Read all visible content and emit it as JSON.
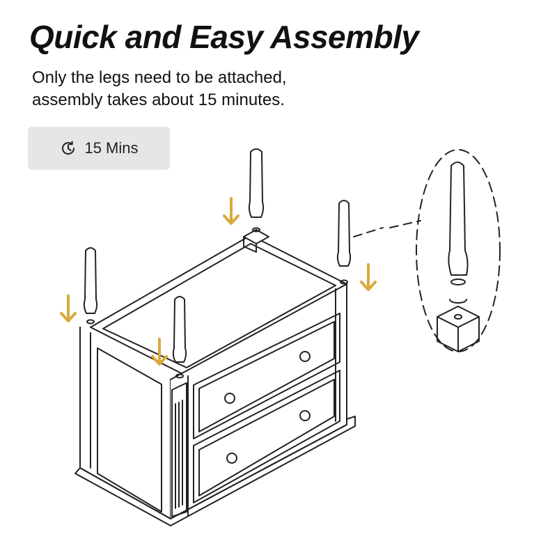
{
  "header": {
    "title": "Quick and Easy Assembly",
    "subtitle_line1": "Only the legs need to be attached,",
    "subtitle_line2": "assembly takes about 15 minutes."
  },
  "badge": {
    "icon": "clock-icon",
    "label": "15 Mins",
    "background": "#e6e6e6"
  },
  "illustration": {
    "subject": "nightstand-assembly",
    "arrow_color": "#d9a93a",
    "line_color": "#222222"
  }
}
